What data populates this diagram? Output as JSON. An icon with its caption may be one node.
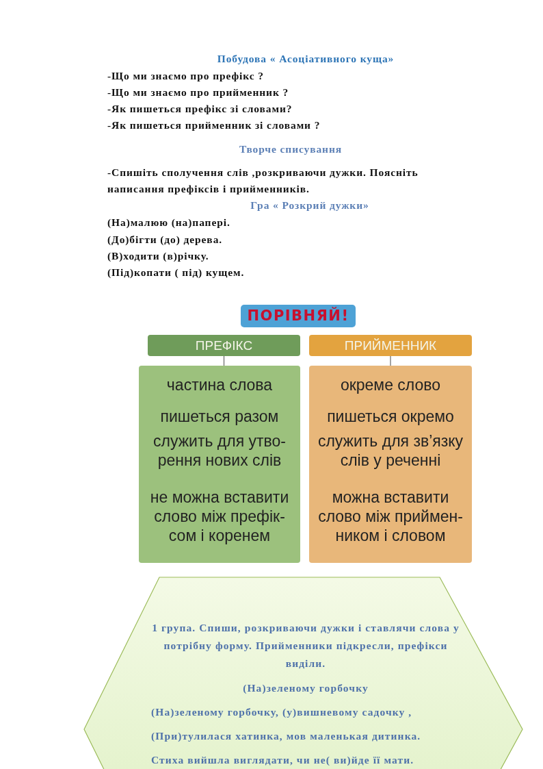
{
  "diagram": {
    "nodes": [
      {
        "text": [
          "ПОРІВНЯЙ!"
        ]
      },
      {
        "text": [
          "ПРЕФІКС"
        ]
      },
      {
        "text": [
          "ПРИЙМЕННИК"
        ]
      },
      {
        "text": [
          "частина слова",
          "пишеться разом",
          "служить для утво- рення нових слів",
          "не можна вставити слово між префік- сом і коренем"
        ]
      },
      {
        "text": [
          "окреме слово",
          "пишеться окремо",
          "служить для зв’язку слів у реченні",
          "можна вставити слово між приймен- ником і словом"
        ]
      },
      {
        "text": [
          "1 група. Спиши, розкриваючи дужки і ставлячи слова у потрібну форму. Прийменники підкресли, префікси виділи.",
          "(На)зеленому горбочку",
          "(На)зеленому горбочку, (у)вишневому садочку ,",
          "(При)тулилася хатинка, мов маленькая дитинка.",
          "Стиха вийшла виглядати, чи не( ви)йде її мати."
        ]
      }
    ],
    "edges": [
      {
        "from": 1,
        "to": 3,
        "arrow": "none"
      },
      {
        "from": 2,
        "to": 4,
        "arrow": "none"
      }
    ],
    "labels": [
      "Побудова « Асоціативного куща»",
      "-Що ми знаємо про префікс ?",
      "-Що ми знаємо про прийменник ?",
      "-Як пишеться префікс зі словами?",
      "-Як пишеться прийменник зі словами ?",
      "Творче списування",
      "-Спишіть сполучення слів ,розкриваючи дужки. Поясніть написання префіксів і прийменників.",
      "Гра « Розкрий дужки»",
      "(На)малюю  (на)папері.",
      "(До)бігти  (до) дерева.",
      "(В)ходити (в)річку.",
      "(Під)копати ( під) кущем."
    ]
  }
}
